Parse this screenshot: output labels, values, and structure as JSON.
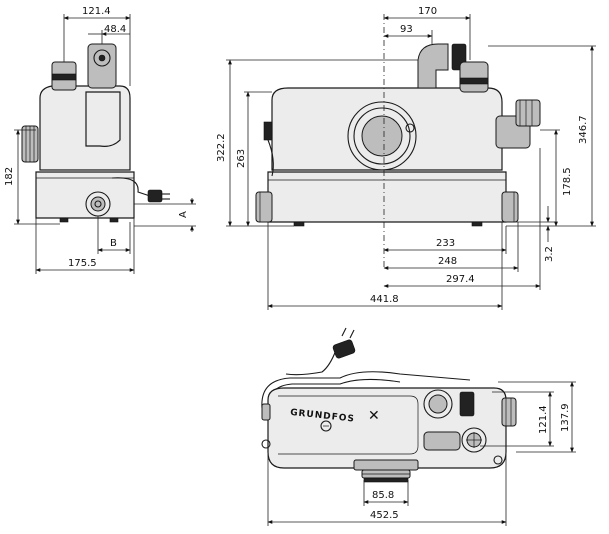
{
  "drawing": {
    "dimensions": {
      "side_top_width": "121.4",
      "side_top_inlet": "48.4",
      "side_height": "182",
      "side_b_label": "B",
      "side_a_label": "A",
      "side_bottom_width": "175.5",
      "front_top_170": "170",
      "front_top_93": "93",
      "front_height_322": "322.2",
      "front_height_263": "263",
      "front_right_178": "178.5",
      "front_right_346": "346.7",
      "front_right_3_2": "3.2",
      "front_bottom_233": "233",
      "front_bottom_248": "248",
      "front_bottom_297": "297.4",
      "front_bottom_441": "441.8",
      "top_right_121": "121.4",
      "top_right_137": "137.9",
      "top_bottom_85": "85.8",
      "top_bottom_452": "452.5"
    },
    "brand_logo": "GRUNDFOS"
  }
}
